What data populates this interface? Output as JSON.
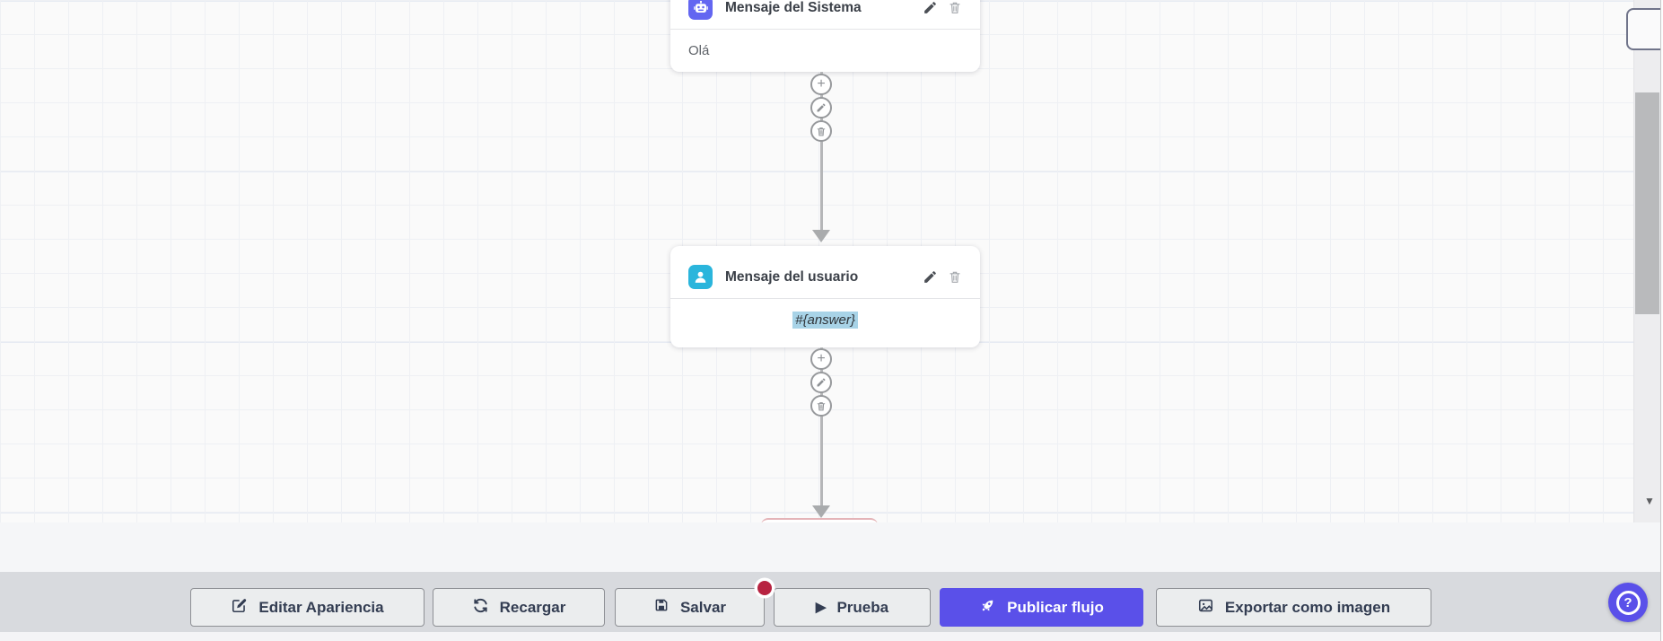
{
  "canvas": {
    "nodes": [
      {
        "title": "Mensaje del Sistema",
        "body": "Olá",
        "icon": "robot-icon",
        "accent": "#6366f1"
      },
      {
        "title": "Mensaje del usuario",
        "body": "#{answer}",
        "icon": "user-icon",
        "accent": "#2ab5dc",
        "highlight_color": "#a8d3e7"
      }
    ],
    "node_actions": [
      "edit",
      "delete"
    ],
    "connector_buttons": [
      "add",
      "edit",
      "delete"
    ],
    "add_glyph": "+"
  },
  "toolbar": {
    "buttons": [
      {
        "label": "Editar Apariencia",
        "icon": "edit-square-icon"
      },
      {
        "label": "Recargar",
        "icon": "refresh-icon"
      },
      {
        "label": "Salvar",
        "icon": "save-icon",
        "has_badge": true
      },
      {
        "label": "Prueba",
        "icon": "play-icon"
      },
      {
        "label": "Publicar flujo",
        "icon": "rocket-icon",
        "primary": true
      },
      {
        "label": "Exportar como imagen",
        "icon": "image-icon"
      }
    ],
    "play_glyph": "▶",
    "badge_color": "#b72341",
    "primary_color": "#5a50e9"
  },
  "scrollbar": {
    "down_arrow_glyph": "▼"
  },
  "help_button": {
    "glyph": "?",
    "color": "#5a50e9"
  }
}
